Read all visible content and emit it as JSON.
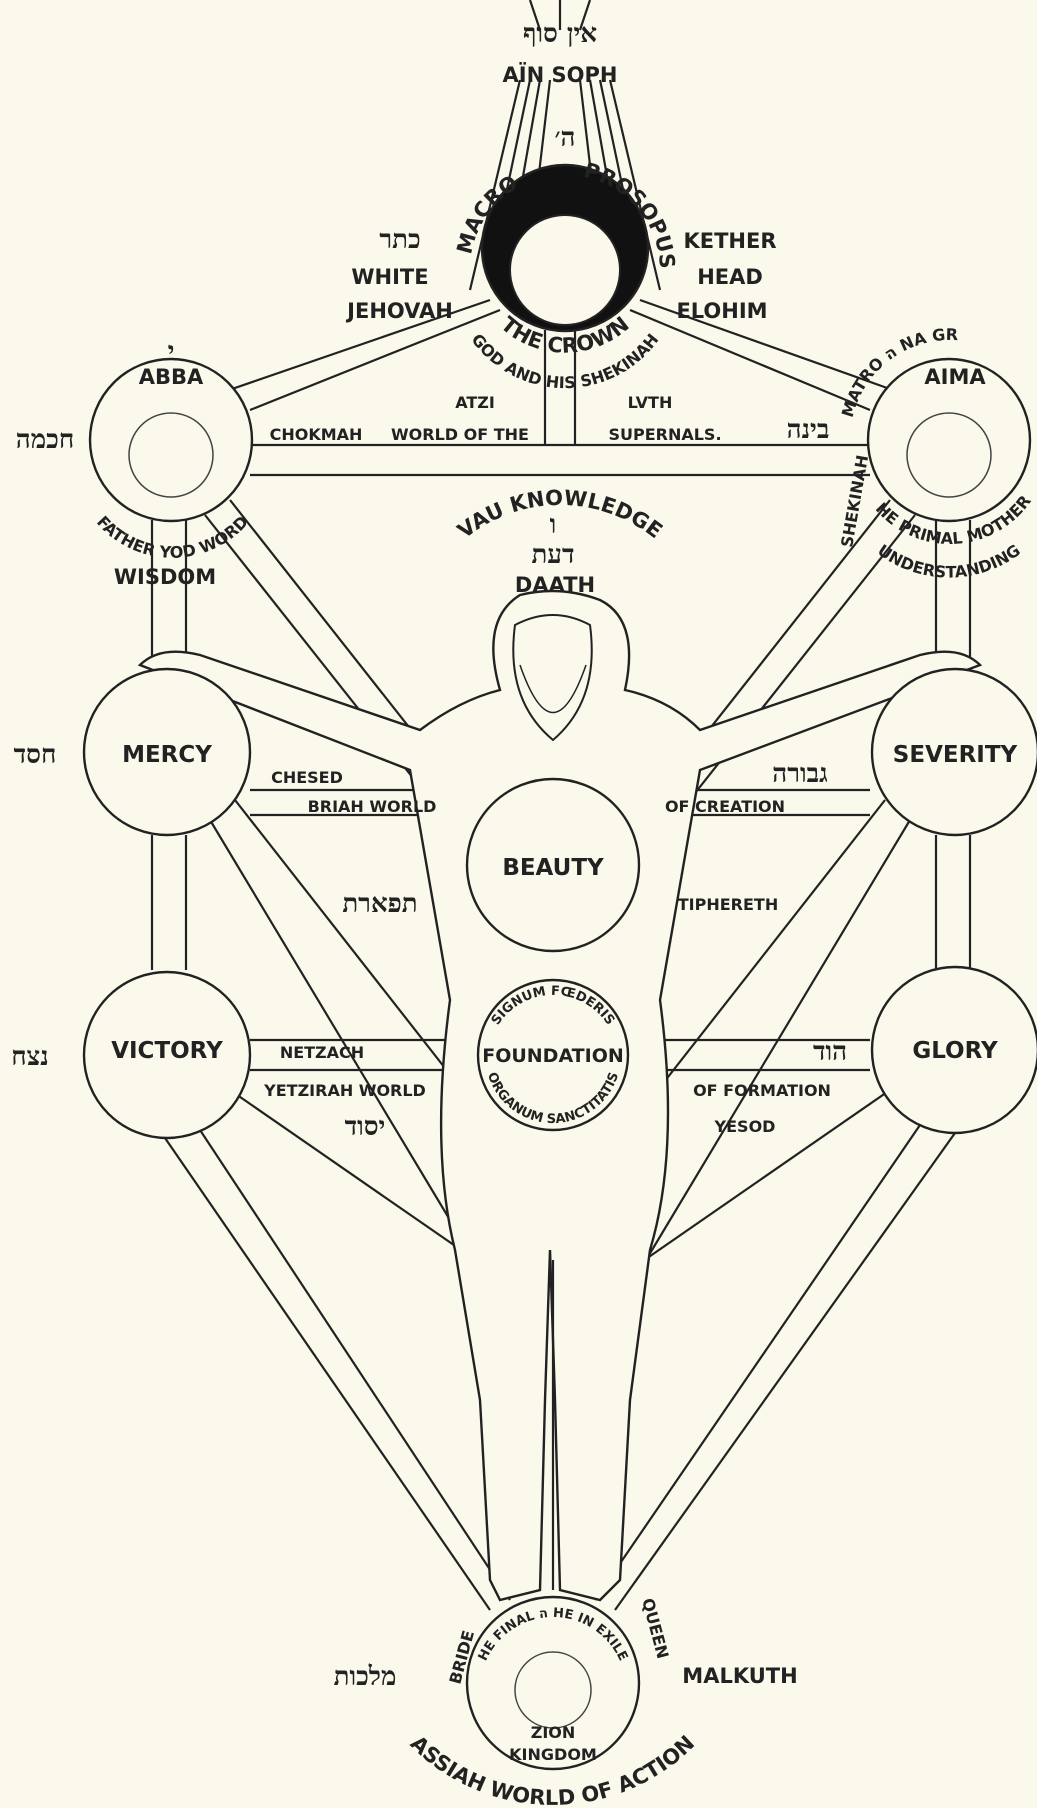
{
  "top": {
    "hebrew": "אין סוף",
    "title": "AÏN SOPH",
    "yod_he": "ה׳"
  },
  "kether": {
    "arc_left": "MACRO",
    "arc_right": "PROSOPUS",
    "hebrew": "כתר",
    "left": [
      "WHITE",
      "JEHOVAH"
    ],
    "right": [
      "KETHER",
      "HEAD",
      "ELOHIM"
    ],
    "arc_bottom1": "THE CROWN",
    "arc_bottom2": "GOD AND HIS SHEKINAH"
  },
  "atziluth": {
    "left": "ATZI",
    "right": "LVTH",
    "world_left": "WORLD OF THE",
    "world_right": "SUPERNALS."
  },
  "chokmah": {
    "letter": "י",
    "name": "ABBA",
    "hebrew": "חכמה",
    "label": "CHOKMAH",
    "arc": "FATHER YOD WORD",
    "below": "WISDOM"
  },
  "binah": {
    "arc_top": "MATRO ה NA GR",
    "name": "AIMA",
    "hebrew": "בינה",
    "arc_left": "SHEKINAH",
    "arc_bottom": "HE PRIMAL MOTHER",
    "below": "UNDERSTANDING"
  },
  "daath": {
    "arc": "VAU KNOWLEDGE",
    "letter": "ו",
    "hebrew": "דעת",
    "name": "DAATH"
  },
  "chesed": {
    "hebrew": "חסד",
    "name": "MERCY",
    "label": "CHESED",
    "world": "BRIAH WORLD"
  },
  "geburah": {
    "hebrew": "גבורה",
    "name": "SEVERITY",
    "world": "OF CREATION"
  },
  "tiphereth": {
    "name": "BEAUTY",
    "hebrew": "תפארת",
    "label": "TIPHERETH"
  },
  "netzach": {
    "hebrew": "נצח",
    "name": "VICTORY",
    "label": "NETZACH",
    "world": "YETZIRAH WORLD"
  },
  "hod": {
    "hebrew": "הוד",
    "name": "GLORY",
    "world": "OF FORMATION"
  },
  "yesod": {
    "arc_top": "SIGNUM FŒDERIS",
    "name": "FOUNDATION",
    "arc_bottom": "ORGANUM SANCTITATIS",
    "hebrew": "יסוד",
    "label": "YESOD"
  },
  "malkuth": {
    "arc_left": "BRIDE",
    "arc_top": "HE FINAL ה HE IN EXILE",
    "arc_right": "QUEEN",
    "hebrew": "מלכות",
    "label": "MALKUTH",
    "zion": "ZION",
    "kingdom": "KINGDOM",
    "world": "ASSIAH WORLD OF ACTION"
  }
}
